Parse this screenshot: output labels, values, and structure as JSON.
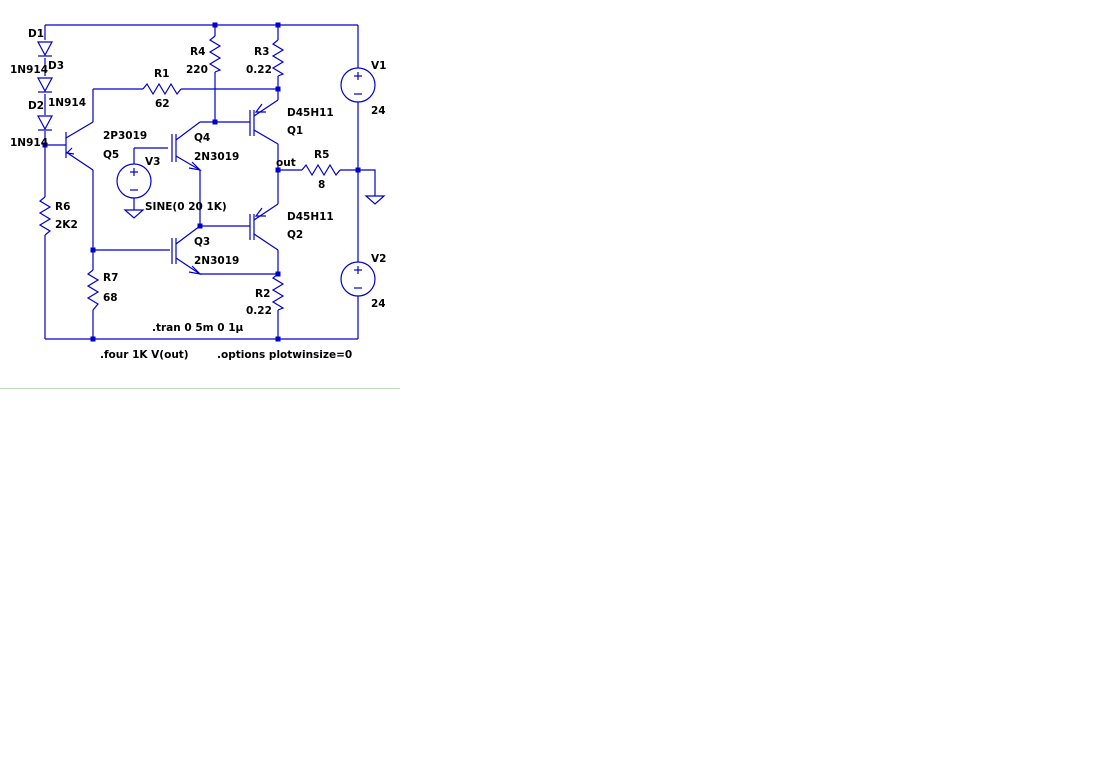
{
  "schematic": {
    "labels": {
      "d1_name": "D1",
      "d1_model": "1N914",
      "d3_name": "D3",
      "d3_model": "1N914",
      "d2_name": "D2",
      "d2_model": "1N914",
      "r1_name": "R1",
      "r1_value": "62",
      "r4_name": "R4",
      "r4_value": "220",
      "r3_name": "R3",
      "r3_value": "0.22",
      "v1_name": "V1",
      "v1_value": "24",
      "q5_model": "2P3019",
      "q5_name": "Q5",
      "q4_name": "Q4",
      "q4_model": "2N3019",
      "q1_model": "D45H11",
      "q1_name": "Q1",
      "v3_name": "V3",
      "v3_value": "SINE(0 20 1K)",
      "out_net": "out",
      "r5_name": "R5",
      "r5_value": "8",
      "q2_model": "D45H11",
      "q2_name": "Q2",
      "r6_name": "R6",
      "r6_value": "2K2",
      "q3_name": "Q3",
      "q3_model": "2N3019",
      "v2_name": "V2",
      "v2_value": "24",
      "r7_name": "R7",
      "r7_value": "68",
      "r2_name": "R2",
      "r2_value": "0.22",
      "tran_directive": ".tran 0 5m 0 1µ",
      "four_directive": ".four 1K V(out)",
      "options_directive": ".options plotwinsize=0"
    },
    "colors": {
      "wire": "#0000cd",
      "text": "#000000",
      "background": "#ffffff"
    }
  }
}
